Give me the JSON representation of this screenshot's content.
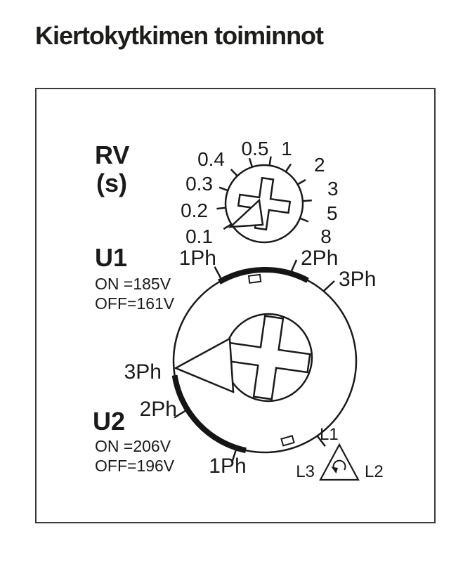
{
  "title": "Kiertokytkimen toiminnot",
  "rv_dial": {
    "label": "RV",
    "unit": "(s)",
    "pointer_at": "0.1",
    "scale": {
      "v01": "0.1",
      "v02": "0.2",
      "v03": "0.3",
      "v04": "0.4",
      "v05": "0.5",
      "v1": "1",
      "v2": "2",
      "v3": "3",
      "v5": "5",
      "v8": "8"
    }
  },
  "u1": {
    "label": "U1",
    "on": "ON =185V",
    "off": "OFF=161V",
    "pos_1ph": "1Ph",
    "pos_2ph": "2Ph",
    "pos_3ph": "3Ph"
  },
  "u2": {
    "label": "U2",
    "on": "ON =206V",
    "off": "OFF=196V",
    "pos_3ph": "3Ph",
    "pos_2ph": "2Ph",
    "pos_1ph": "1Ph",
    "pointer_at": "3Ph"
  },
  "phase_rotation": {
    "l1": "L1",
    "l2": "L2",
    "l3": "L3"
  }
}
